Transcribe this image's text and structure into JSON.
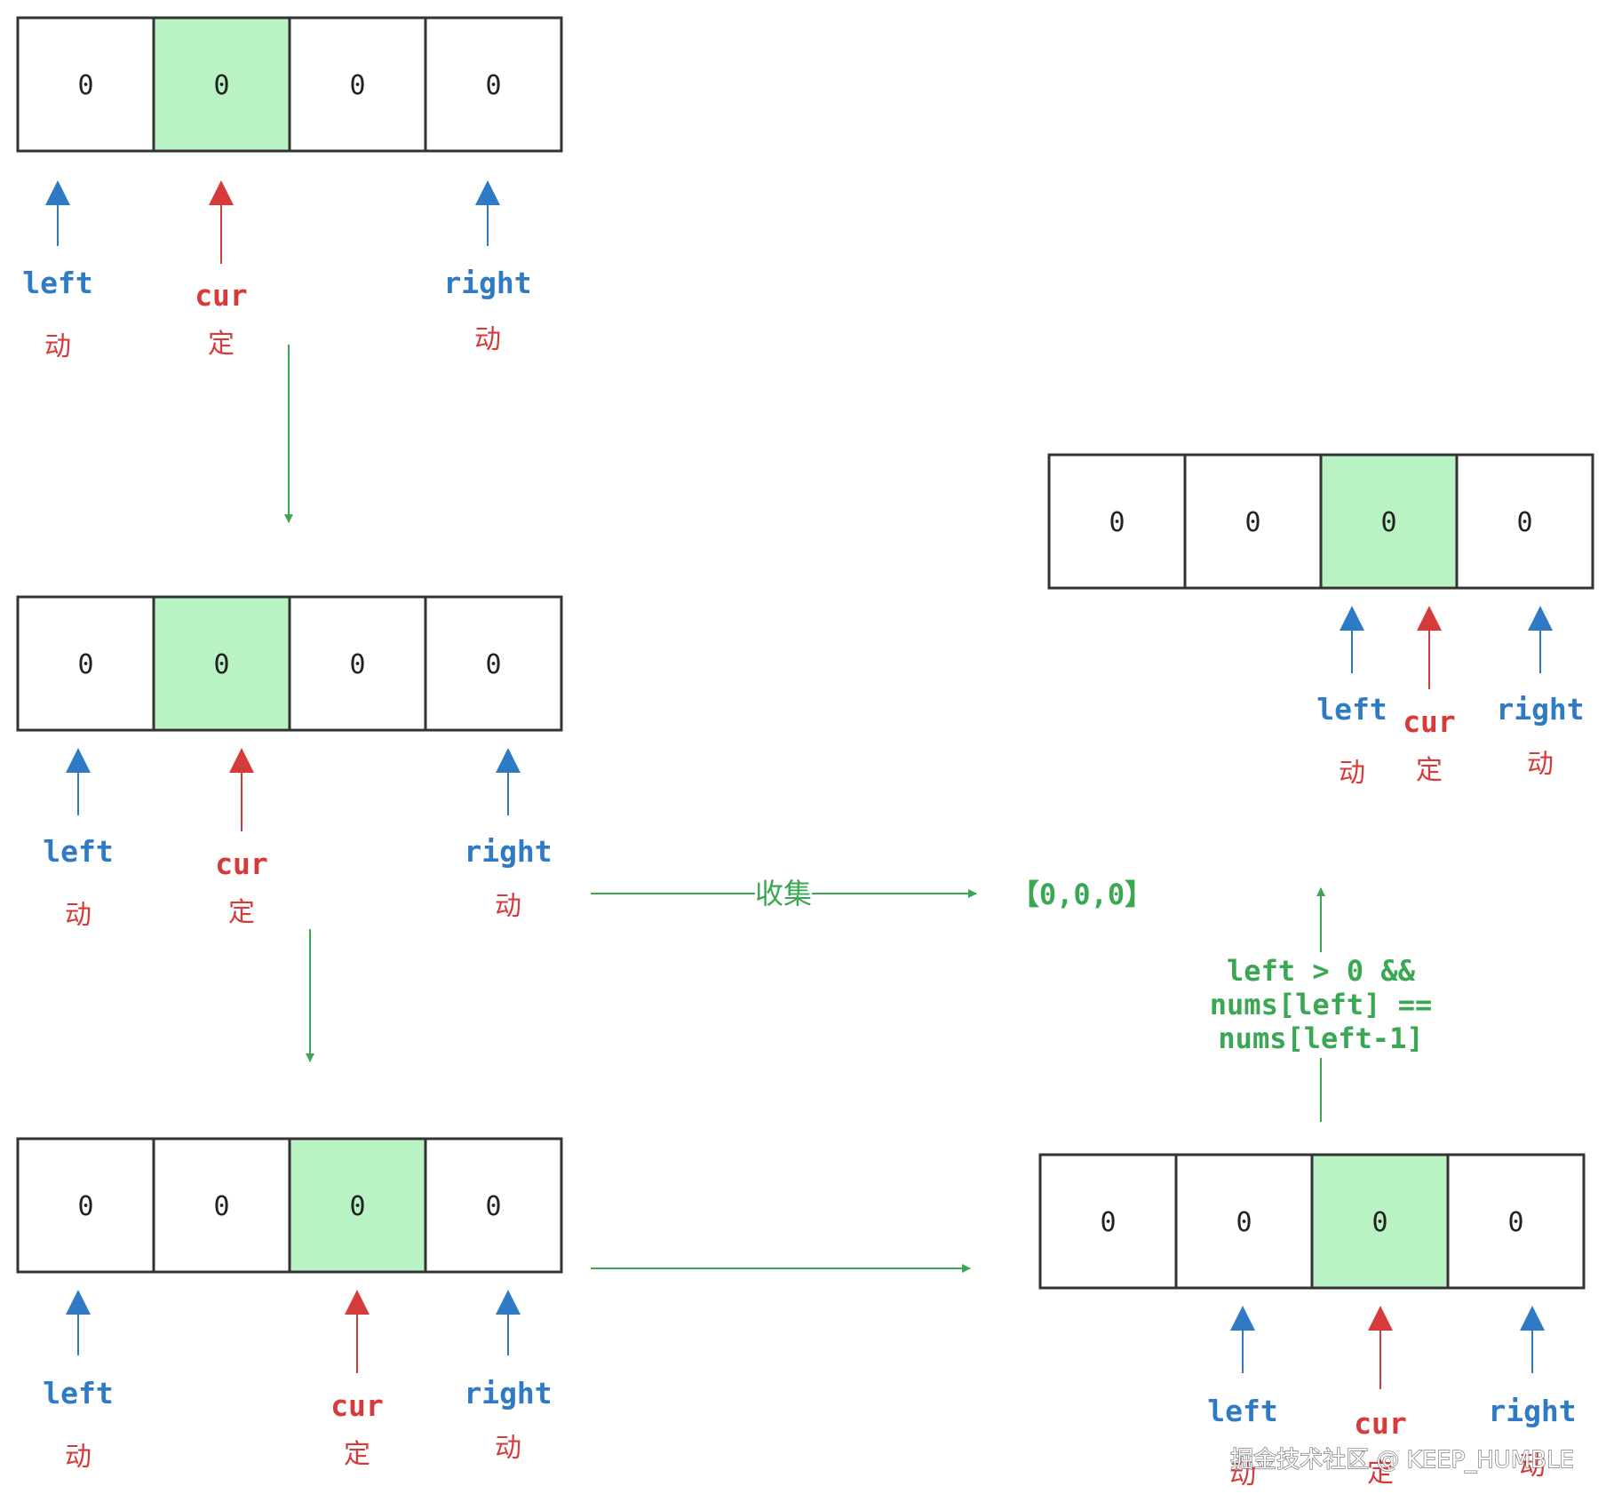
{
  "colors": {
    "highlight": "#b9f2c3",
    "border": "#333333",
    "pointer_blue": "#2f7ac5",
    "pointer_red": "#d63a3a",
    "flow_green": "#3aa853"
  },
  "arrays": [
    {
      "id": "step1",
      "cells": [
        "0",
        "0",
        "0",
        "0"
      ],
      "highlight_index": 1,
      "pointers": [
        {
          "role": "left",
          "label": "left",
          "state": "动",
          "color": "blue"
        },
        {
          "role": "cur",
          "label": "cur",
          "state": "定",
          "color": "red"
        },
        {
          "role": "right",
          "label": "right",
          "state": "动",
          "color": "blue"
        }
      ]
    },
    {
      "id": "step2",
      "cells": [
        "0",
        "0",
        "0",
        "0"
      ],
      "highlight_index": 1,
      "pointers": [
        {
          "role": "left",
          "label": "left",
          "state": "动",
          "color": "blue"
        },
        {
          "role": "cur",
          "label": "cur",
          "state": "定",
          "color": "red"
        },
        {
          "role": "right",
          "label": "right",
          "state": "动",
          "color": "blue"
        }
      ]
    },
    {
      "id": "step3",
      "cells": [
        "0",
        "0",
        "0",
        "0"
      ],
      "highlight_index": 2,
      "pointers": [
        {
          "role": "left",
          "label": "left",
          "state": "动",
          "color": "blue"
        },
        {
          "role": "cur",
          "label": "cur",
          "state": "定",
          "color": "red"
        },
        {
          "role": "right",
          "label": "right",
          "state": "动",
          "color": "blue"
        }
      ]
    },
    {
      "id": "step4",
      "cells": [
        "0",
        "0",
        "0",
        "0"
      ],
      "highlight_index": 2,
      "pointers": [
        {
          "role": "left",
          "label": "left",
          "state": "动",
          "color": "blue"
        },
        {
          "role": "cur",
          "label": "cur",
          "state": "定",
          "color": "red"
        },
        {
          "role": "right",
          "label": "right",
          "state": "动",
          "color": "blue"
        }
      ]
    },
    {
      "id": "step5",
      "cells": [
        "0",
        "0",
        "0",
        "0"
      ],
      "highlight_index": 2,
      "pointers": [
        {
          "role": "left",
          "label": "left",
          "state": "动",
          "color": "blue"
        },
        {
          "role": "cur",
          "label": "cur",
          "state": "定",
          "color": "red"
        },
        {
          "role": "right",
          "label": "right",
          "state": "动",
          "color": "blue"
        }
      ]
    }
  ],
  "flow": {
    "collect_label": "收集",
    "result": "【0,0,0】",
    "condition_lines": [
      "left > 0 &&",
      "nums[left] ==",
      "nums[left-1]"
    ]
  },
  "watermark": "掘金技术社区 @ KEEP_HUMBLE"
}
